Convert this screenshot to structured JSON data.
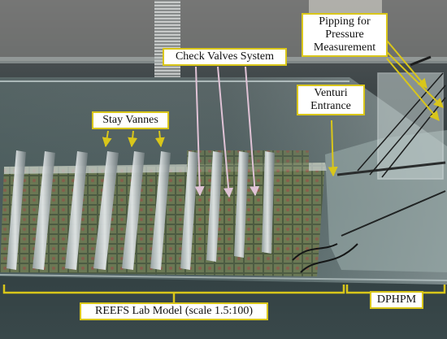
{
  "figure": {
    "labels": {
      "check_valves": "Check Valves System",
      "stay_vannes": "Stay Vannes",
      "venturi": [
        "Venturi",
        "Entrance"
      ],
      "pipping": [
        "Pipping for",
        "Pressure",
        "Measurement"
      ],
      "model": "REEFS Lab Model (scale 1.5:100)",
      "dphpm": "DPHPM"
    },
    "colors": {
      "annotation": "#d9c61a",
      "check_valve_arrows": "#e0c3d6",
      "label_fill": "#ffffff",
      "label_text": "#111111"
    }
  }
}
